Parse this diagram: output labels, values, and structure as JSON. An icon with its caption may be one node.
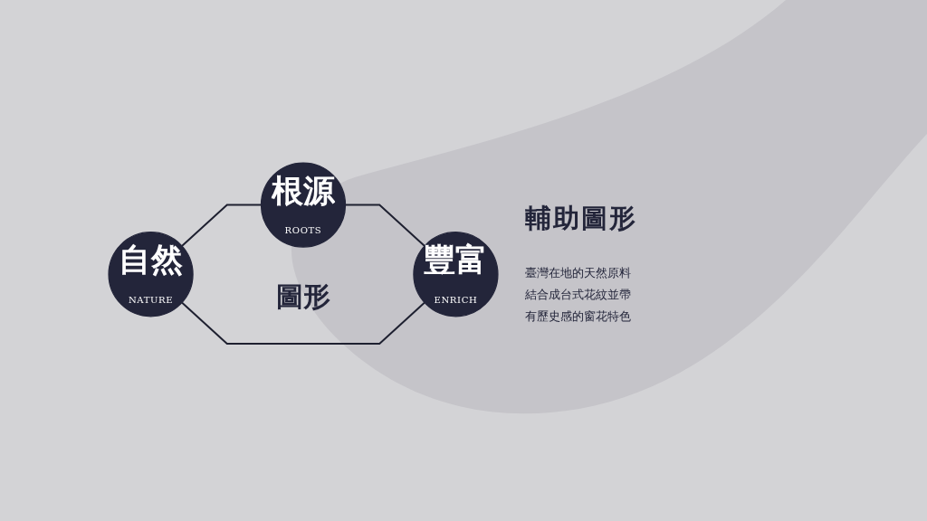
{
  "diagram": {
    "title": "輔助圖形",
    "nodes": [
      {
        "text": [
          "根源",
          "ROOTS"
        ]
      },
      {
        "text": [
          "自然",
          "NATURE"
        ]
      },
      {
        "text": [
          "豐富",
          "ENRICH"
        ]
      }
    ],
    "edges": [
      {
        "from": 1,
        "to": 0,
        "arrow": "none"
      },
      {
        "from": 0,
        "to": 2,
        "arrow": "none"
      },
      {
        "from": 1,
        "to": 2,
        "arrow": "none"
      }
    ],
    "labels": [
      "圖形",
      "臺灣在地的天然原料結合成台式花紋並帶有歷史感的窗花特色"
    ]
  }
}
